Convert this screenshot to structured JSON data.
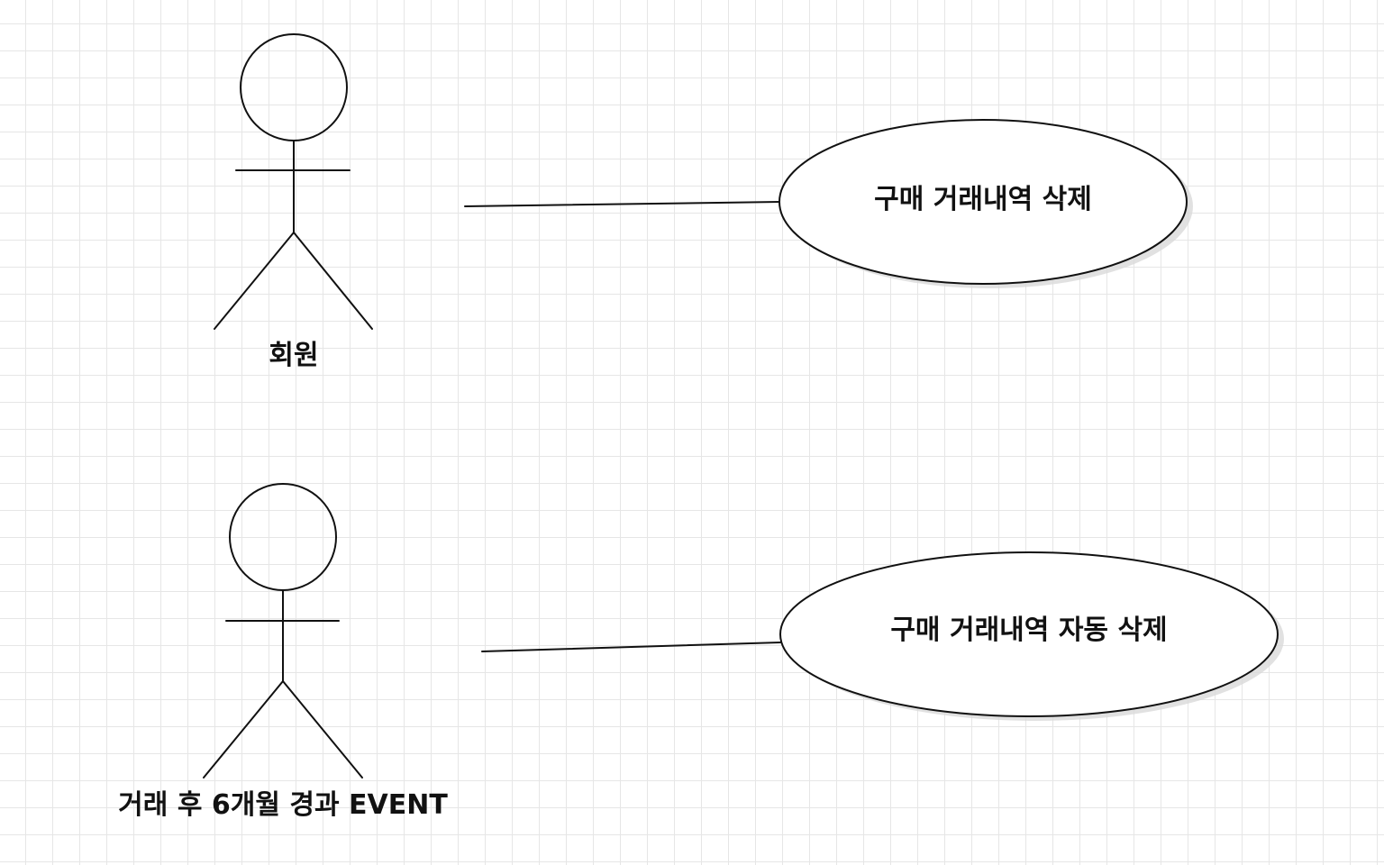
{
  "diagram": {
    "type": "use-case",
    "actors": [
      {
        "id": "actor-member",
        "label": "회원"
      },
      {
        "id": "actor-event",
        "label": "거래 후 6개월 경과 EVENT"
      }
    ],
    "use_cases": [
      {
        "id": "uc-delete",
        "label": "구매 거래내역 삭제"
      },
      {
        "id": "uc-auto-delete",
        "label": "구매 거래내역 자동 삭제"
      }
    ],
    "associations": [
      {
        "from": "actor-member",
        "to": "uc-delete"
      },
      {
        "from": "actor-event",
        "to": "uc-auto-delete"
      }
    ],
    "colors": {
      "line": "#111111",
      "grid": "#e6e6e6",
      "background": "#ffffff",
      "shadow": "#d9d9d9"
    }
  }
}
